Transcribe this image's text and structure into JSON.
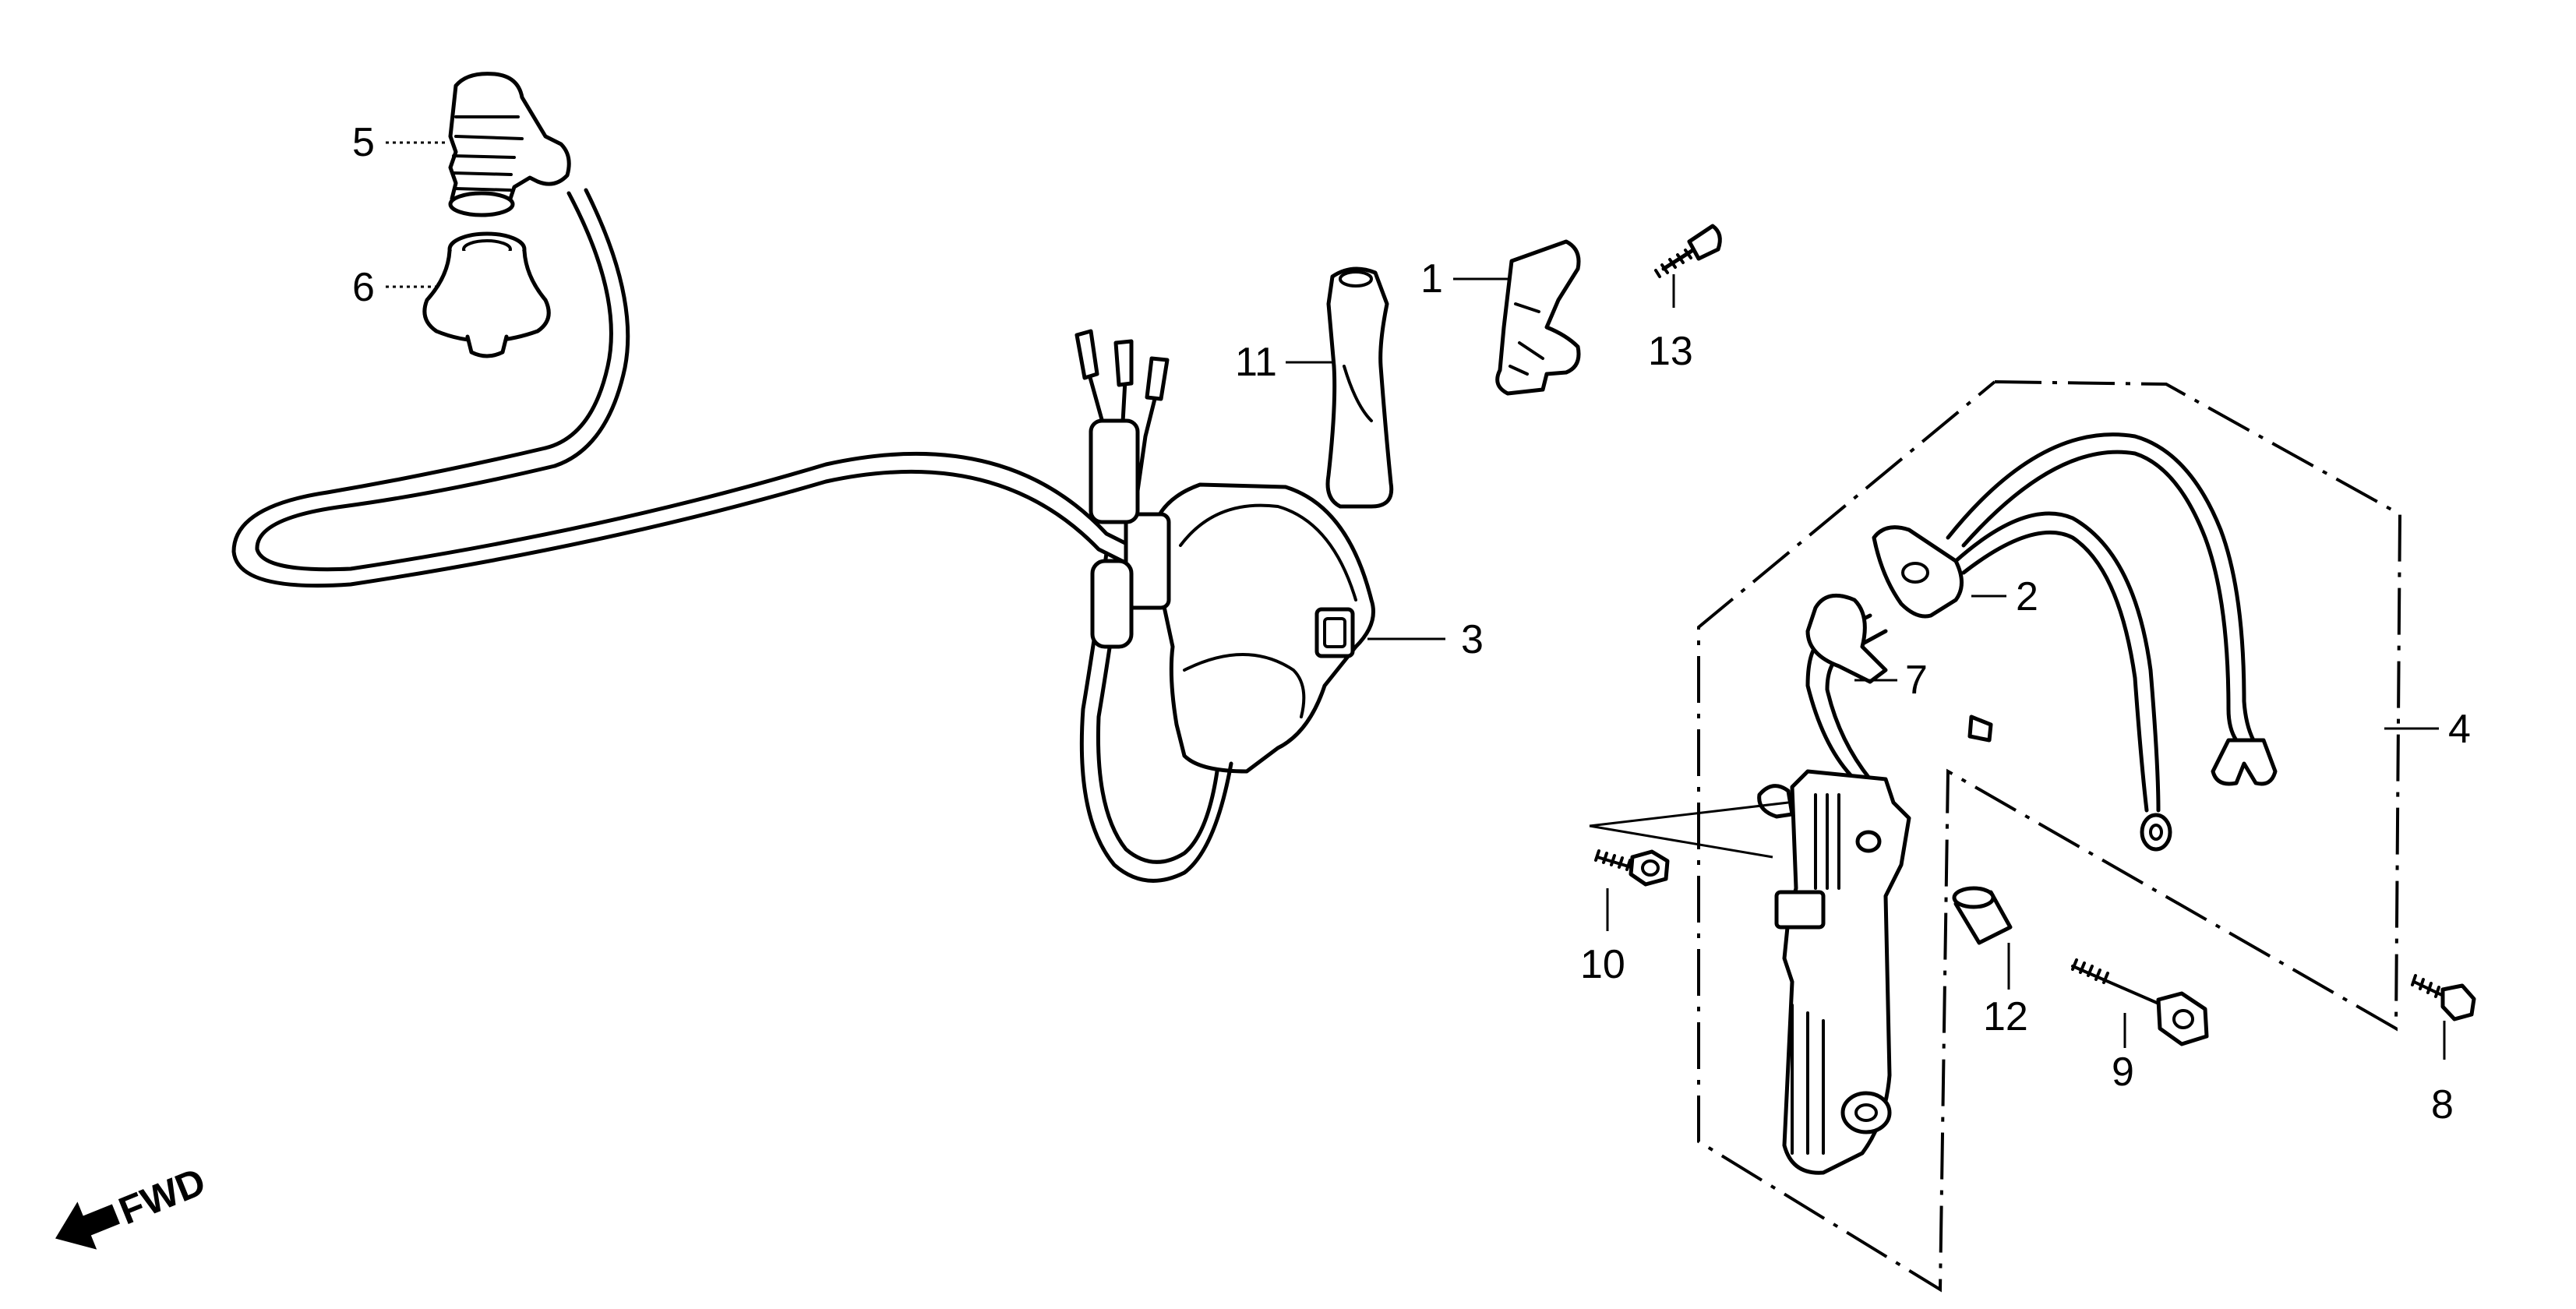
{
  "diagram": {
    "direction_label": "FWD",
    "callouts": {
      "p1": "1",
      "p2": "2",
      "p3": "3",
      "p4": "4",
      "p5": "5",
      "p6": "6",
      "p7": "7",
      "p8": "8",
      "p9": "9",
      "p10": "10",
      "p11": "11",
      "p12": "12",
      "p13": "13"
    },
    "colors": {
      "line": "#000000",
      "background": "#ffffff"
    }
  }
}
